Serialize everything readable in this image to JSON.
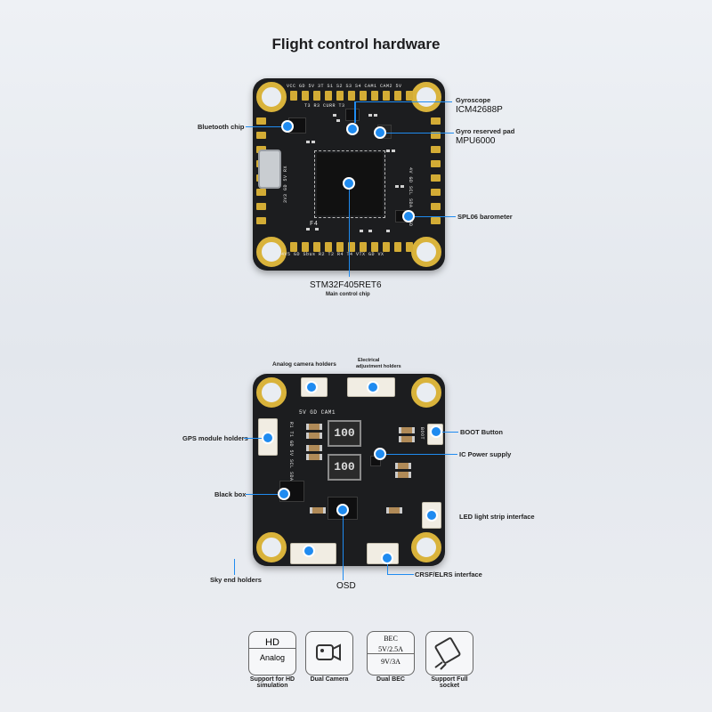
{
  "title": "Flight control hardware",
  "top_board": {
    "callouts": {
      "gyroscope": "Gyroscope",
      "gyroscope_model": "ICM42688P",
      "bluetooth": "Bluetooth chip",
      "gyro_reserved": "Gyro reserved pad",
      "gyro_reserved_model": "MPU6000",
      "barometer": "SPL06 barometer",
      "mcu_model": "STM32F405RET6",
      "mcu_desc": "Main control chip"
    },
    "silk_top": "VCC GD 5V 3T S1 S2 S3 S4 CAM1 CAM2 5V",
    "silk_row2": "T3 R3 CURR T3",
    "silk_bottom": "4V5 GD Sbus R2 T2 R4 T4 VTX GD VX",
    "silk_right": "4V GD SCL SDA 4V GD",
    "silk_left": "3V3 GD 5V RX",
    "silk_mcu": "F4"
  },
  "bottom_board": {
    "callouts": {
      "analog_camera": "Analog camera holders",
      "electrical": "Electrical",
      "electrical2": "adjustment holders",
      "gps": "GPS module holders",
      "boot": "BOOT Button",
      "ic_power": "IC Power supply",
      "black_box": "Black box",
      "led_strip": "LED light strip interface",
      "sky_end": "Sky end holders",
      "osd": "OSD",
      "crsf": "CRSF/ELRS interface"
    },
    "silk_cam": "5V GD CAM1",
    "silk_gps": "R1 T1 GD 5V SCL SDA",
    "silk_boot": "BOOT",
    "inductor_label": "100"
  },
  "features": [
    {
      "icon_name": "hd-analog-icon",
      "icon_line1": "HD",
      "icon_line2": "Analog",
      "label1": "Support for HD",
      "label2": "simulation"
    },
    {
      "icon_name": "camera-icon",
      "label1": "Dual Camera",
      "label2": ""
    },
    {
      "icon_name": "bec-icon",
      "icon_line1": "BEC",
      "icon_line2": "5V/2.5A",
      "icon_line3": "9V/3A",
      "label1": "Dual BEC",
      "label2": ""
    },
    {
      "icon_name": "socket-icon",
      "label1": "Support Full",
      "label2": "socket"
    }
  ]
}
